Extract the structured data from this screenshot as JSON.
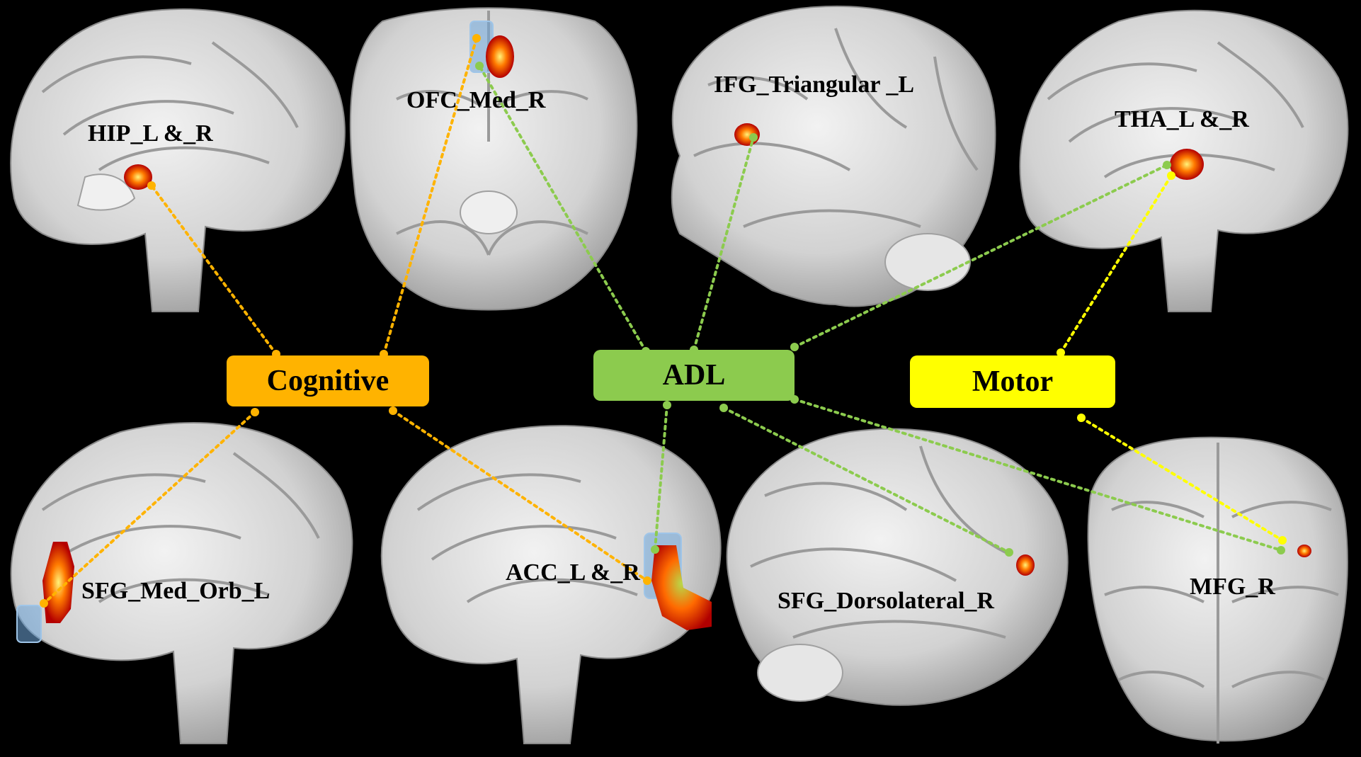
{
  "categories": [
    {
      "id": "cognitive",
      "label": "Cognitive",
      "color": "#FFB300"
    },
    {
      "id": "adl",
      "label": "ADL",
      "color": "#8CCB4E"
    },
    {
      "id": "motor",
      "label": "Motor",
      "color": "#FFFF00"
    }
  ],
  "regions": [
    {
      "id": "hip",
      "label": "HIP_L &_R"
    },
    {
      "id": "ofc",
      "label": "OFC_Med_R"
    },
    {
      "id": "ifg",
      "label": "IFG_Triangular _L"
    },
    {
      "id": "tha",
      "label": "THA_L &_R"
    },
    {
      "id": "sfg-med",
      "label": "SFG_Med_Orb_L"
    },
    {
      "id": "acc",
      "label": "ACC_L &_R"
    },
    {
      "id": "sfg-dl",
      "label": "SFG_Dorsolateral_R"
    },
    {
      "id": "mfg",
      "label": "MFG_R"
    }
  ],
  "connections": [
    {
      "from": "cognitive",
      "to": "hip"
    },
    {
      "from": "cognitive",
      "to": "ofc"
    },
    {
      "from": "cognitive",
      "to": "sfg-med"
    },
    {
      "from": "cognitive",
      "to": "acc"
    },
    {
      "from": "adl",
      "to": "ofc"
    },
    {
      "from": "adl",
      "to": "ifg"
    },
    {
      "from": "adl",
      "to": "tha"
    },
    {
      "from": "adl",
      "to": "acc"
    },
    {
      "from": "adl",
      "to": "sfg-dl"
    },
    {
      "from": "adl",
      "to": "mfg"
    },
    {
      "from": "motor",
      "to": "tha"
    },
    {
      "from": "motor",
      "to": "mfg"
    }
  ],
  "colors": {
    "background": "#000000",
    "brain": "#dcdcdc",
    "brain_dark": "#8a8a8a",
    "activation_hot": "#ffe14a",
    "activation_mid": "#ff5a00",
    "activation_cool": "#c80000",
    "highlight_roi": "#6fa8dc"
  }
}
